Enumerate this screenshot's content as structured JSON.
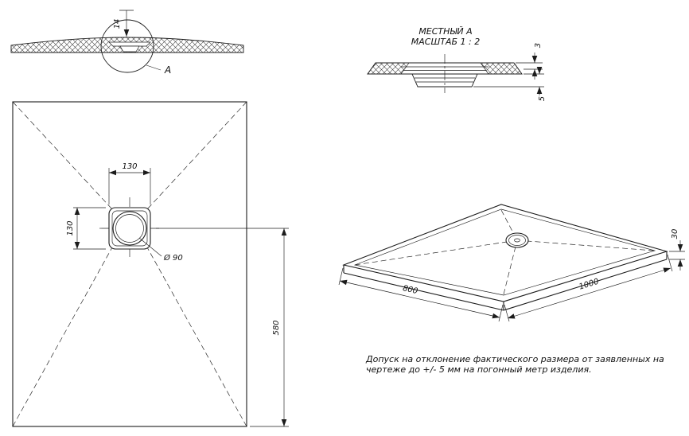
{
  "section": {
    "dim_thickness": "14",
    "detail_label": "A"
  },
  "plan": {
    "dim_drain_width": "130",
    "dim_drain_height": "130",
    "dim_drain_diameter": "Ø 90",
    "dim_drain_offset": "580"
  },
  "detail": {
    "title": "МЕСТНЫЙ А",
    "scale": "МАСШТАБ 1 : 2",
    "dim_top_thickness": "3",
    "dim_bottom_thickness": "5"
  },
  "iso": {
    "dim_width": "800",
    "dim_length": "1000",
    "dim_height": "30"
  },
  "note": {
    "line1": "Допуск на отклонение фактического размера от заявленных на",
    "line2": "чертеже до +/- 5 мм на погонный метр изделия."
  }
}
